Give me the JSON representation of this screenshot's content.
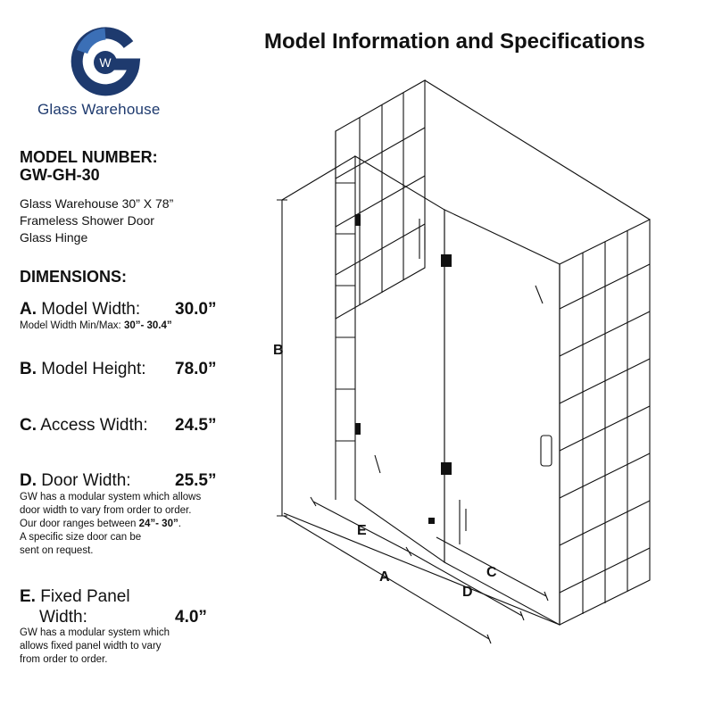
{
  "brand": {
    "name": "Glass Warehouse",
    "logo_letter": "W",
    "colors": {
      "blue": "#1e3a6e",
      "light_blue": "#3b6fb6"
    }
  },
  "title": "Model Information and Specifications",
  "model": {
    "label": "MODEL NUMBER:",
    "number": "GW-GH-30",
    "description_lines": [
      "Glass Warehouse 30” X 78”",
      "Frameless Shower Door",
      "Glass Hinge"
    ]
  },
  "dimensions": {
    "heading": "DIMENSIONS:",
    "a": {
      "letter": "A.",
      "label": "Model Width:",
      "value": "30.0”",
      "note_prefix": "Model Width Min/Max: ",
      "note_bold": "30”- 30.4”"
    },
    "b": {
      "letter": "B.",
      "label": "Model Height:",
      "value": "78.0”"
    },
    "c": {
      "letter": "C.",
      "label": "Access Width:",
      "value": "24.5”"
    },
    "d": {
      "letter": "D.",
      "label": "Door Width:",
      "value": "25.5”",
      "note_line1": "GW has a modular system which allows",
      "note_line2": "door width to vary from order to order.",
      "note_line3_prefix": "Our door ranges between ",
      "note_line3_bold": "24”- 30”",
      "note_line3_suffix": ".",
      "note_line4": "A specific size door can be",
      "note_line5": "sent on request."
    },
    "e": {
      "letter": "E.",
      "label_line1": "Fixed Panel",
      "label_line2": "Width:",
      "value": "4.0”",
      "note_line1": "GW has a modular system which",
      "note_line2": "allows fixed panel width to vary",
      "note_line3": "from order to order."
    }
  },
  "drawing_labels": {
    "a": "A",
    "b": "B",
    "c": "C",
    "d": "D",
    "e": "E"
  }
}
